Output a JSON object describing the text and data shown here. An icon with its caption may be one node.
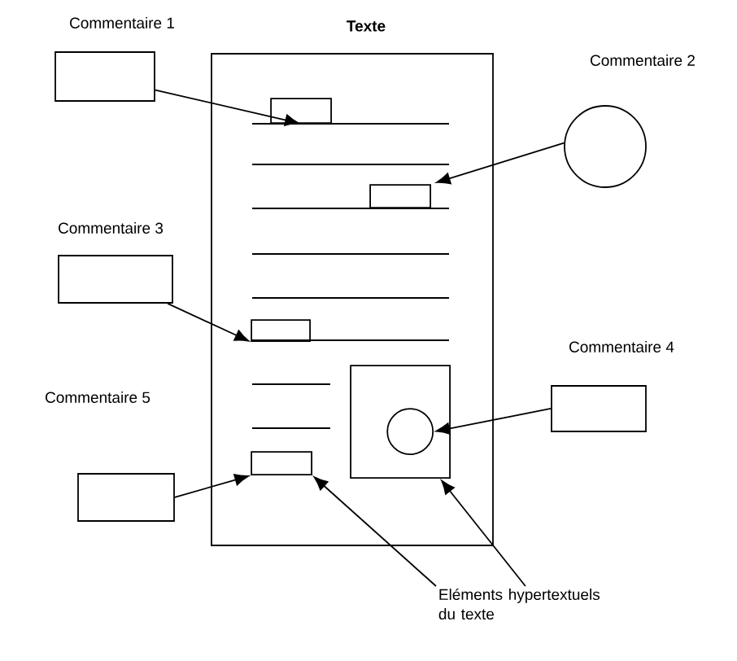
{
  "diagram": {
    "nodes": [
      {
        "text": [
          "Texte"
        ]
      },
      {
        "text": [
          "Commentaire 1"
        ]
      },
      {
        "text": [
          "Commentaire 2"
        ]
      },
      {
        "text": [
          "Commentaire 3"
        ]
      },
      {
        "text": [
          "Commentaire 4"
        ]
      },
      {
        "text": [
          "Commentaire 5"
        ]
      },
      {
        "text": [],
        "shape": "box",
        "in": 0
      },
      {
        "text": [],
        "shape": "box",
        "in": 0
      },
      {
        "text": [],
        "shape": "box",
        "in": 0
      },
      {
        "text": [],
        "shape": "box",
        "in": 0
      },
      {
        "text": [],
        "shape": "circle",
        "in": 9
      },
      {
        "text": [],
        "shape": "box",
        "in": 0
      },
      {
        "text": [
          "Eléments hypertextuels du texte"
        ]
      }
    ],
    "edges": [
      {
        "from": 1,
        "to": 6,
        "arrow": "to"
      },
      {
        "from": 2,
        "to": 7,
        "arrow": "to"
      },
      {
        "from": 3,
        "to": 8,
        "arrow": "to"
      },
      {
        "from": 4,
        "to": 10,
        "arrow": "to"
      },
      {
        "from": 5,
        "to": 11,
        "arrow": "to"
      },
      {
        "from": 12,
        "to": 11,
        "arrow": "to"
      },
      {
        "from": 12,
        "to": 9,
        "arrow": "to"
      }
    ]
  }
}
